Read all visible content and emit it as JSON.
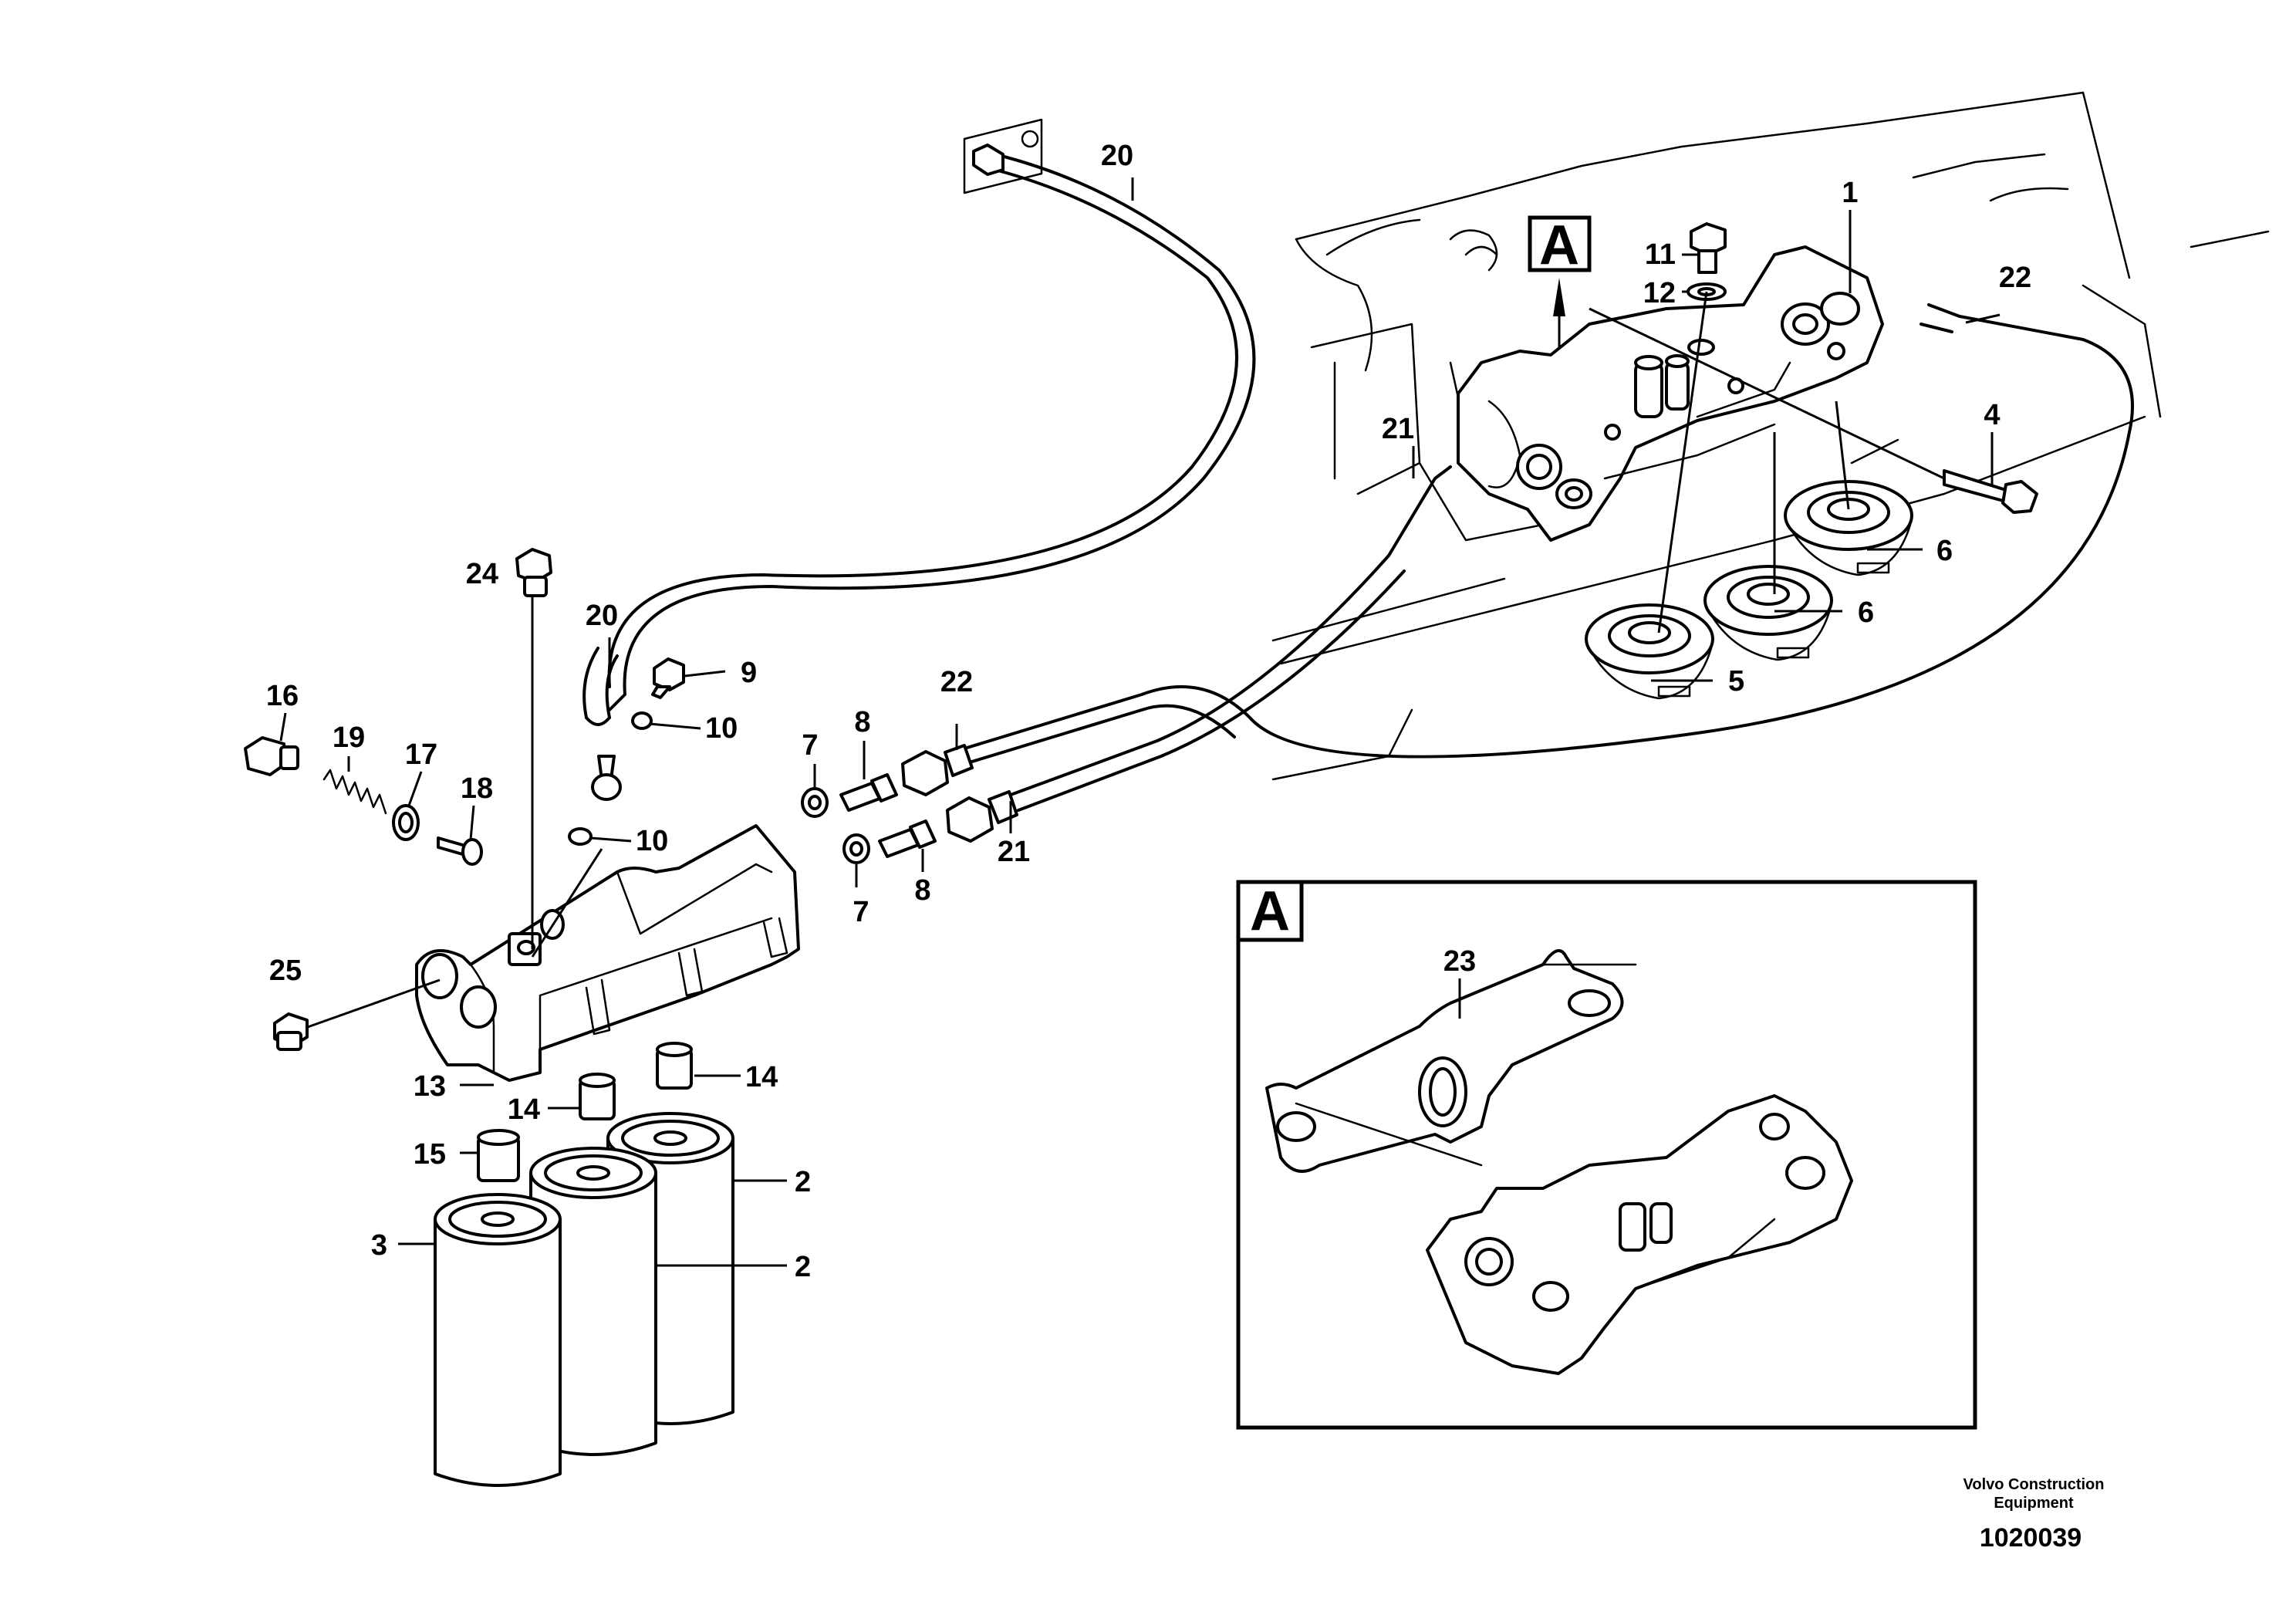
{
  "detail_marker": "A",
  "callouts": {
    "c1": "1",
    "c2": "2",
    "c3": "3",
    "c4": "4",
    "c5": "5",
    "c6": "6",
    "c7": "7",
    "c8": "8",
    "c9": "9",
    "c10": "10",
    "c11": "11",
    "c12": "12",
    "c13": "13",
    "c14": "14",
    "c15": "15",
    "c16": "16",
    "c17": "17",
    "c18": "18",
    "c19": "19",
    "c20": "20",
    "c21": "21",
    "c22": "22",
    "c23": "23",
    "c24": "24",
    "c25": "25"
  },
  "footer": {
    "company_line1": "Volvo Construction",
    "company_line2": "Equipment",
    "drawing_number": "1020039"
  }
}
